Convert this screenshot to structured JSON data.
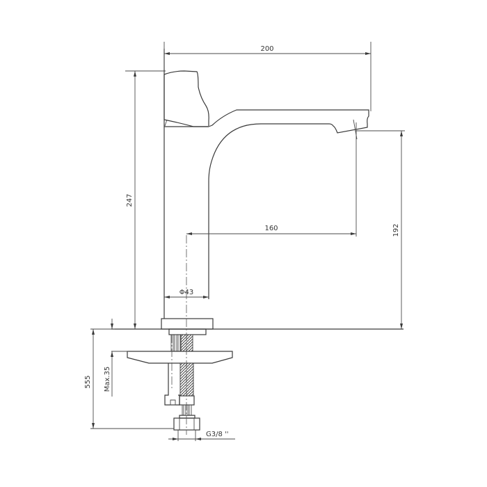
{
  "drawing": {
    "subject": "Single-lever basin mixer tap (side elevation)",
    "line_color": "#3a3a3a",
    "background": "#ffffff"
  },
  "dimensions": {
    "overall_reach": "200",
    "overall_height": "247",
    "spout_projection": "160",
    "spout_outlet_height": "192",
    "body_diameter": "Φ43",
    "total_below_deck": "555",
    "max_deck_thickness": "Max.35",
    "connection_thread": "G3/8 ''"
  }
}
